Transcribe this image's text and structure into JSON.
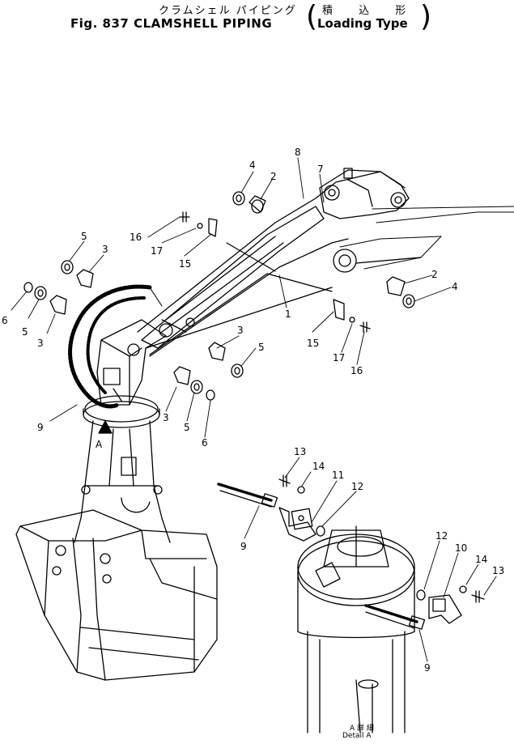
{
  "title": {
    "jp_main": "クラムシェル パイピング",
    "jp_type": "積 込 形",
    "en_main": "Fig. 837 CLAMSHELL PIPING",
    "en_type": "Loading Type"
  },
  "detail": {
    "jp": "A 詳 細",
    "en": "Detail A"
  },
  "arrow_label": "A",
  "callouts": [
    "1",
    "2",
    "2",
    "3",
    "3",
    "3",
    "3",
    "4",
    "4",
    "5",
    "5",
    "5",
    "5",
    "6",
    "6",
    "7",
    "8",
    "9",
    "9",
    "9",
    "10",
    "11",
    "12",
    "12",
    "13",
    "13",
    "14",
    "14",
    "15",
    "15",
    "16",
    "16",
    "17",
    "17"
  ]
}
